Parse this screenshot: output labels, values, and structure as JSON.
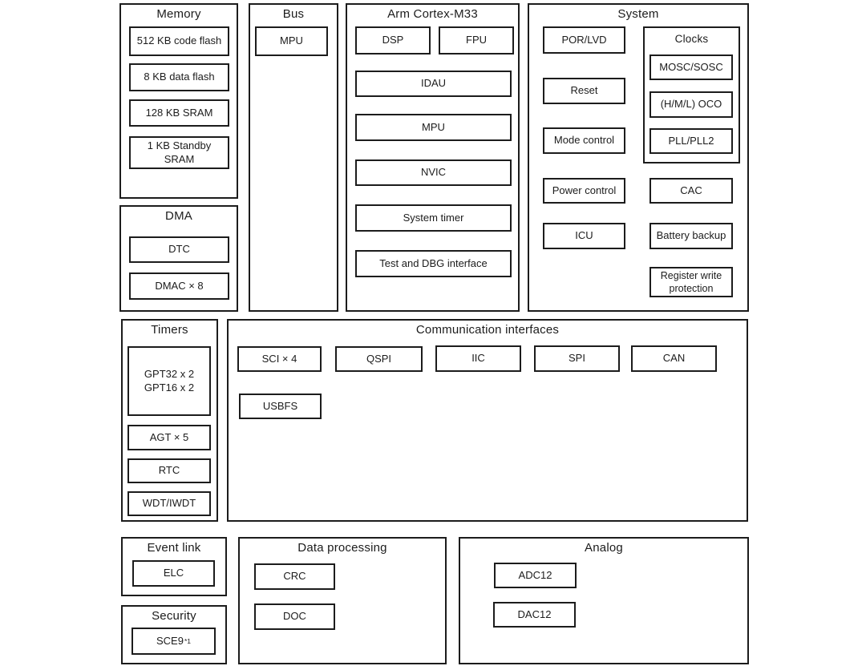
{
  "colors": {
    "border": "#1c1c1c",
    "text": "#1c1c1c",
    "background": "#ffffff"
  },
  "panels": {
    "memory": {
      "title": "Memory",
      "boxes": {
        "code_flash": "512 KB code flash",
        "data_flash": "8 KB data flash",
        "sram": "128 KB SRAM",
        "standby_sram": "1 KB Standby\nSRAM"
      }
    },
    "dma": {
      "title": "DMA",
      "boxes": {
        "dtc": "DTC",
        "dmac": "DMAC × 8"
      }
    },
    "bus": {
      "title": "Bus",
      "boxes": {
        "mpu": "MPU"
      }
    },
    "cortex": {
      "title": "Arm Cortex-M33",
      "boxes": {
        "dsp": "DSP",
        "fpu": "FPU",
        "idau": "IDAU",
        "mpu": "MPU",
        "nvic": "NVIC",
        "system_timer": "System timer",
        "test_dbg": "Test and DBG interface"
      }
    },
    "system": {
      "title": "System",
      "boxes": {
        "por_lvd": "POR/LVD",
        "reset": "Reset",
        "mode_control": "Mode control",
        "power_control": "Power control",
        "icu": "ICU",
        "cac": "CAC",
        "battery_backup": "Battery backup",
        "register_write_protection": "Register write\nprotection"
      },
      "clocks": {
        "title": "Clocks",
        "boxes": {
          "mosc_sosc": "MOSC/SOSC",
          "oco": "(H/M/L) OCO",
          "pll": "PLL/PLL2"
        }
      }
    },
    "timers": {
      "title": "Timers",
      "boxes": {
        "gpt": "GPT32 x 2\nGPT16 x 2",
        "agt": "AGT × 5",
        "rtc": "RTC",
        "wdt": "WDT/IWDT"
      }
    },
    "comm": {
      "title": "Communication interfaces",
      "boxes": {
        "sci": "SCI × 4",
        "qspi": "QSPI",
        "iic": "IIC",
        "spi": "SPI",
        "can": "CAN",
        "usbfs": "USBFS"
      }
    },
    "event_link": {
      "title": "Event link",
      "boxes": {
        "elc": "ELC"
      }
    },
    "security": {
      "title": "Security",
      "boxes": {
        "sce_base": "SCE9",
        "sce_sup": "*1"
      }
    },
    "data_processing": {
      "title": "Data processing",
      "boxes": {
        "crc": "CRC",
        "doc": "DOC"
      }
    },
    "analog": {
      "title": "Analog",
      "boxes": {
        "adc": "ADC12",
        "dac": "DAC12"
      }
    }
  }
}
